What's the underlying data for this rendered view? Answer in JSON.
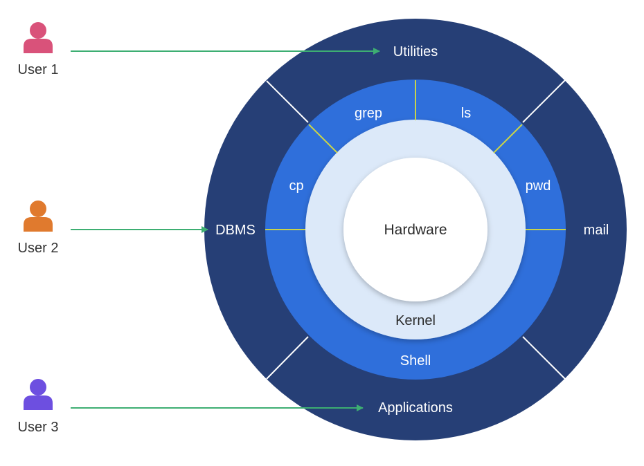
{
  "colors": {
    "outer_ring": "#263F76",
    "shell_ring": "#2F6FDB",
    "kernel_ring": "#DCE9F9",
    "hardware_core": "#FFFFFF",
    "divider_white": "#FFFFFF",
    "divider_yellow": "#C8D34A",
    "arrow": "#3DAE72",
    "user1": "#D9527A",
    "user2": "#E07A2E",
    "user3": "#6D4FE0",
    "user_label": "#333333"
  },
  "users": [
    {
      "label": "User 1",
      "icon": "person-icon"
    },
    {
      "label": "User 2",
      "icon": "person-icon"
    },
    {
      "label": "User 3",
      "icon": "person-icon"
    }
  ],
  "layers": {
    "hardware": "Hardware",
    "kernel": "Kernel",
    "shell": "Shell",
    "shell_commands": [
      "grep",
      "ls",
      "pwd",
      "cp"
    ],
    "outer_labels": [
      "Utilities",
      "DBMS",
      "mail",
      "Applications"
    ]
  }
}
